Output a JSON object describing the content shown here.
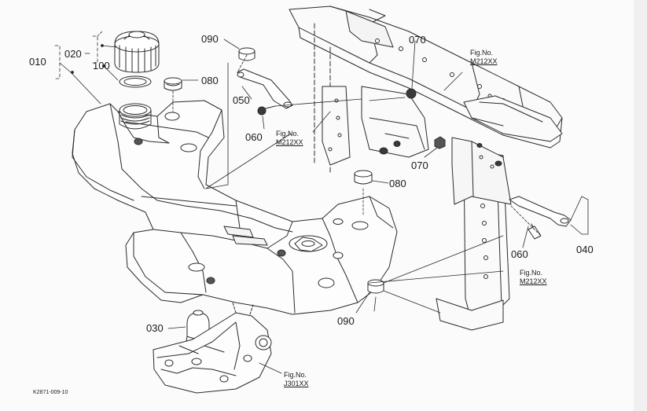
{
  "callouts": {
    "c010": "010",
    "c020": "020",
    "c100": "100",
    "c090a": "090",
    "c080a": "080",
    "c050": "050",
    "c060a": "060",
    "c070a": "070",
    "c070b": "070",
    "c080b": "080",
    "c060b": "060",
    "c040": "040",
    "c030": "030",
    "c090b": "090"
  },
  "figrefs": {
    "f1": {
      "a": "Fig.No.",
      "b": "M212XX"
    },
    "f2": {
      "a": "Fig.No.",
      "b": "M212XX"
    },
    "f3": {
      "a": "Fig.No.",
      "b": "M212XX"
    },
    "f4": {
      "a": "Fig.No.",
      "b": "J301XX"
    }
  },
  "drawing_code": "K2871-009-10"
}
